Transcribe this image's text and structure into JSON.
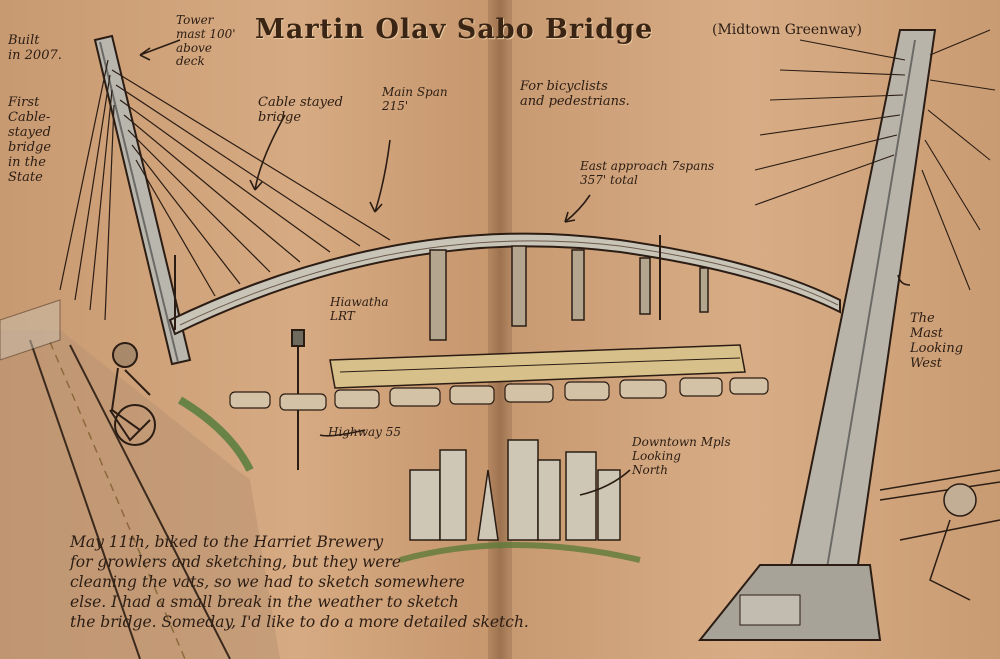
{
  "sketch": {
    "title": "Martin Olav Sabo Bridge",
    "subtitle": "(Midtown Greenway)",
    "notes": {
      "built": "Built\nin 2007.",
      "first": "First\nCable-\nstayed\nbridge\nin the\nState",
      "tower": "Tower\nmast 100'\nabove\ndeck",
      "cable": "Cable stayed\nbridge",
      "main_span": "Main Span\n215'",
      "bicyclists": "For bicyclists\nand pedestrians.",
      "east_approach": "East approach 7spans\n357' total",
      "lrt": "Hiawatha\nLRT",
      "highway": "Highway 55",
      "downtown": "Downtown Mpls\nLooking\nNorth",
      "mast": "The\nMast\nLooking\nWest"
    },
    "journal": "May 11th, biked to the Harriet Brewery\nfor growlers and sketching, but they were\ncleaning the vats, so we had to sketch somewhere\nelse. I had a small break in the weather to sketch\nthe bridge. Someday, I'd like to do a more detailed sketch."
  }
}
